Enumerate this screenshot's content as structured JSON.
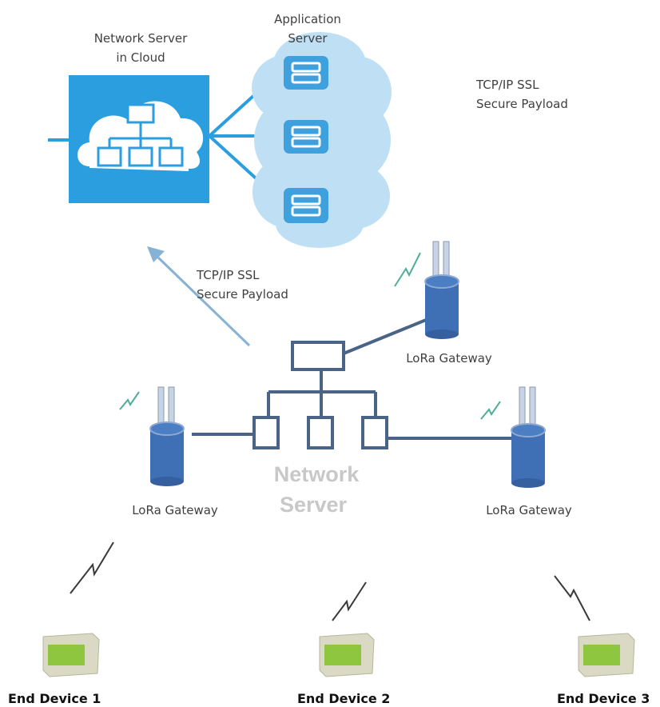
{
  "labels": {
    "network_server_cloud_1": "Network Server",
    "network_server_cloud_2": "in Cloud",
    "application_server_1": "Application",
    "application_server_2": "Server",
    "tcp_top_1": "TCP/IP SSL",
    "tcp_top_2": "Secure Payload",
    "tcp_mid_1": "TCP/IP SSL",
    "tcp_mid_2": "Secure Payload",
    "gateway_right_top": "LoRa Gateway",
    "gateway_left": "LoRa Gateway",
    "gateway_right": "LoRa Gateway",
    "network_server_1": "Network",
    "network_server_2": "Server",
    "end_device_1": "End Device 1",
    "end_device_2": "End Device 2",
    "end_device_3": "End Device 3"
  },
  "colors": {
    "cloud_box": "#2b9ee0",
    "app_cloud": "#bfe0f4",
    "server_icon": "#3ea0dc",
    "gateway_blue": "#3f6fb5",
    "network_lines": "#4a6487",
    "arrow": "#86b2d6",
    "device_green": "#8ec63f"
  }
}
